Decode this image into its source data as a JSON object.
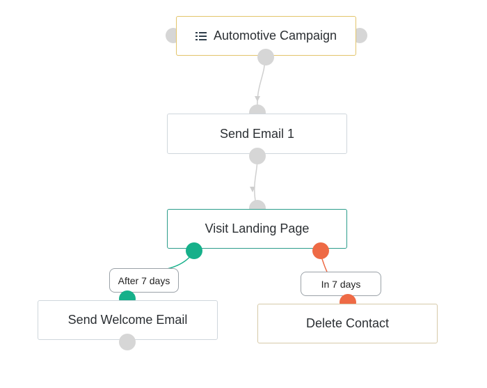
{
  "nodes": {
    "campaign": {
      "label": "Automotive Campaign",
      "icon": "list-icon"
    },
    "send_email_1": {
      "label": "Send Email 1"
    },
    "visit_landing_page": {
      "label": "Visit Landing Page"
    },
    "send_welcome_email": {
      "label": "Send Welcome Email"
    },
    "delete_contact": {
      "label": "Delete Contact"
    }
  },
  "conditions": {
    "after_7_days": "After 7 days",
    "in_7_days": "In 7 days"
  },
  "colors": {
    "yes_branch": "#16b08a",
    "no_branch": "#ee6a45",
    "connector": "#d6d6d6"
  }
}
